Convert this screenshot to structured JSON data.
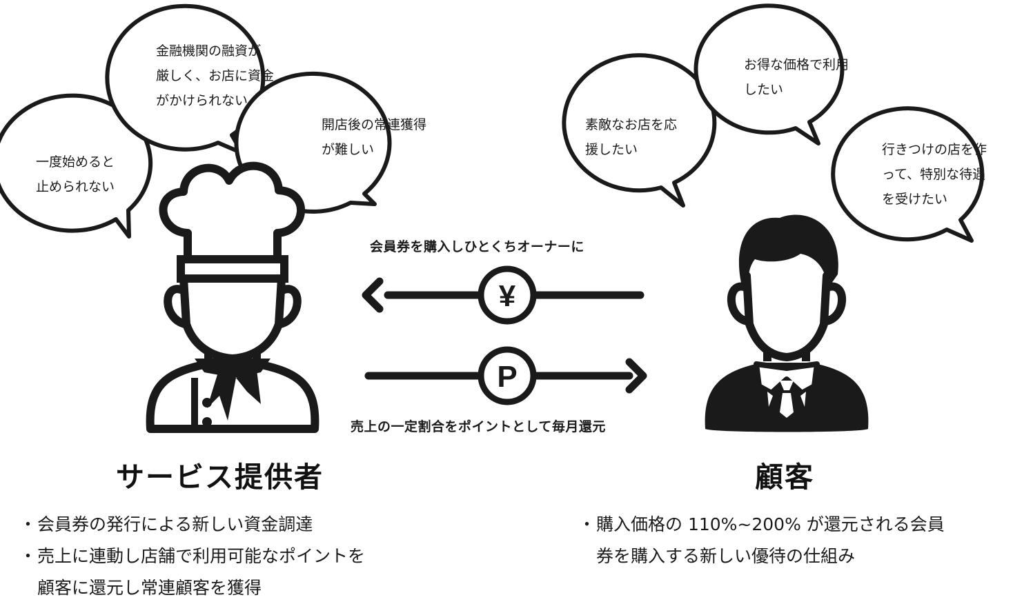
{
  "bubbles": {
    "provider": [
      {
        "lines": [
          "一度始めると",
          "止められない"
        ]
      },
      {
        "lines": [
          "金融機関の融資が",
          "厳しく、お店に資金",
          "がかけられない"
        ]
      },
      {
        "lines": [
          "開店後の常連獲得",
          "が難しい"
        ]
      }
    ],
    "customer": [
      {
        "lines": [
          "素敵なお店を応",
          "援したい"
        ]
      },
      {
        "lines": [
          "お得な価格で利用",
          "したい"
        ]
      },
      {
        "lines": [
          "行きつけの店を作",
          "って、特別な待遇",
          "を受けたい"
        ]
      }
    ]
  },
  "flows": {
    "top_label": "会員券を購入しひとくちオーナーに",
    "top_symbol": "¥",
    "bottom_label": "売上の一定割合をポイントとして毎月還元",
    "bottom_symbol": "P"
  },
  "roles": {
    "provider_title": "サービス提供者",
    "customer_title": "顧客"
  },
  "benefits": {
    "bullet": "・",
    "provider": [
      {
        "lines": [
          "会員券の発行による新しい資金調達"
        ]
      },
      {
        "lines": [
          "売上に連動し店舗で利用可能なポイントを",
          "顧客に還元し常連顧客を獲得"
        ]
      }
    ],
    "customer": [
      {
        "lines": [
          "購入価格の 110%~200% が還元される会員",
          "券を購入する新しい優待の仕組み"
        ]
      }
    ]
  },
  "colors": {
    "ink": "#1a1a1a",
    "background": "#ffffff"
  }
}
